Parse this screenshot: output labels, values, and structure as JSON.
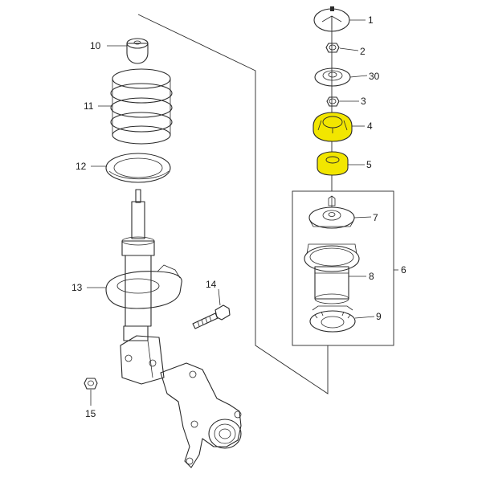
{
  "colors": {
    "highlight": "#f2e600",
    "line": "#2a2a2a",
    "background": "#ffffff"
  },
  "callouts": {
    "c1": "1",
    "c2": "2",
    "c30": "30",
    "c3": "3",
    "c4": "4",
    "c5": "5",
    "c6": "6",
    "c7": "7",
    "c8": "8",
    "c9": "9",
    "c10": "10",
    "c11": "11",
    "c12": "12",
    "c13": "13",
    "c14": "14",
    "c15": "15"
  },
  "highlighted_parts": [
    "4",
    "5"
  ]
}
